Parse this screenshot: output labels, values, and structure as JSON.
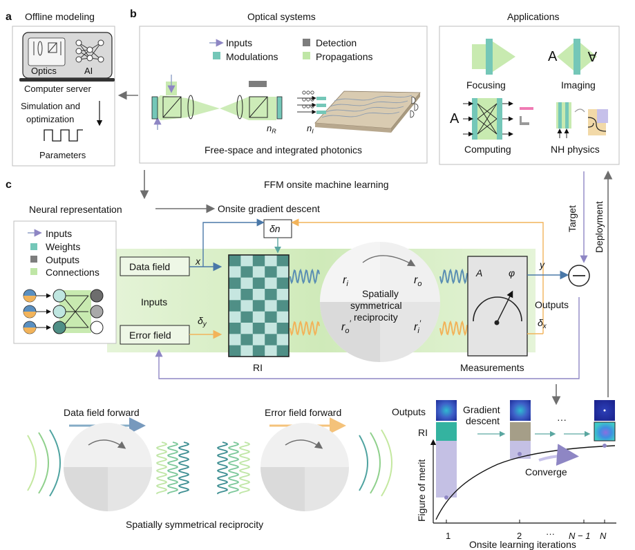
{
  "panel_a": {
    "letter": "a",
    "title": "Offline modeling",
    "optics_label": "Optics",
    "ai_label": "AI",
    "server_label": "Computer server",
    "sim_line1": "Simulation and",
    "sim_line2": "optimization",
    "params_label": "Parameters"
  },
  "panel_b": {
    "letter": "b",
    "title": "Optical systems",
    "legend": {
      "inputs": "Inputs",
      "modulations": "Modulations",
      "detection": "Detection",
      "propagations": "Propagations"
    },
    "n_r": "n",
    "n_r_sub": "R",
    "n_i": "n",
    "n_i_sub": "I",
    "caption": "Free-space and integrated photonics"
  },
  "applications": {
    "title": "Applications",
    "focusing": "Focusing",
    "imaging": "Imaging",
    "imaging_letter": "A",
    "imaging_letter_flipped": "A",
    "computing": "Computing",
    "computing_letter": "A",
    "nh_physics": "NH physics"
  },
  "panel_c": {
    "letter": "c",
    "title": "FFM onsite machine learning",
    "neural_rep": "Neural representation",
    "onsite_gd": "Onsite gradient descent",
    "delta_n": "δn",
    "legend": {
      "inputs": "Inputs",
      "weights": "Weights",
      "outputs": "Outputs",
      "connections": "Connections"
    },
    "data_field": "Data field",
    "error_field": "Error field",
    "inputs_label": "Inputs",
    "x_label": "x",
    "delta_y": "δ",
    "delta_y_sub": "y",
    "ri_label": "RI",
    "r_i": "r",
    "r_i_sub": "i",
    "r_o": "r",
    "r_o_sub": "o",
    "r_o_prime": "r",
    "r_o_prime_sub": "o",
    "r_i_prime": "r",
    "r_i_prime_sub": "i",
    "ssr_line1": "Spatially",
    "ssr_line2": "symmetrical",
    "ssr_line3": "reciprocity",
    "meas_A": "A",
    "meas_phi": "φ",
    "measurements": "Measurements",
    "y_label": "y",
    "outputs_label": "Outputs",
    "delta_x": "δ",
    "delta_x_sub": "x",
    "target": "Target",
    "deployment": "Deployment"
  },
  "bottom_left": {
    "data_forward": "Data field forward",
    "error_forward": "Error field forward",
    "caption": "Spatially symmetrical reciprocity"
  },
  "learning_plot": {
    "outputs_label": "Outputs",
    "ri_label": "RI",
    "gd_line1": "Gradient",
    "gd_line2": "descent",
    "dots": "···",
    "converge": "Converge",
    "ylabel": "Figure of merit",
    "xlabel": "Onsite learning iterations",
    "ticks": [
      "1",
      "2",
      "···",
      "N − 1",
      "N"
    ]
  },
  "colors": {
    "teal": "#74c7b8",
    "green": "#bfe6a6",
    "blue_arrow": "#4a78a8",
    "orange_arrow": "#f2b35a",
    "purple_arrow": "#8e86c4",
    "gray": "#707070",
    "pink": "#f07bb4"
  }
}
